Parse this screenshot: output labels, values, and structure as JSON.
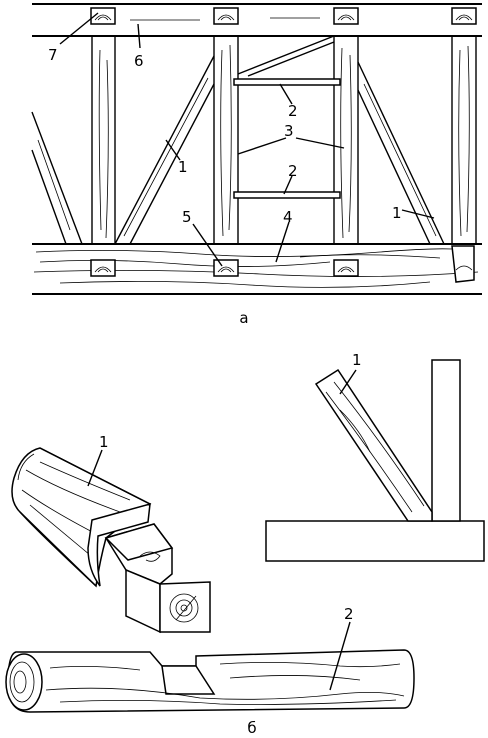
{
  "figure_a": {
    "caption": "а",
    "callouts": [
      {
        "id": "c7",
        "text": "7"
      },
      {
        "id": "c6",
        "text": "6"
      },
      {
        "id": "c2-top",
        "text": "2"
      },
      {
        "id": "c3",
        "text": "3"
      },
      {
        "id": "c1-left",
        "text": "1"
      },
      {
        "id": "c2-mid",
        "text": "2"
      },
      {
        "id": "c5",
        "text": "5"
      },
      {
        "id": "c4",
        "text": "4"
      },
      {
        "id": "c1-right",
        "text": "1"
      }
    ]
  },
  "figure_b": {
    "caption": "б",
    "callouts": [
      {
        "id": "c1-log",
        "text": "1"
      },
      {
        "id": "c1-brace",
        "text": "1"
      },
      {
        "id": "c2-beam",
        "text": "2"
      }
    ]
  }
}
